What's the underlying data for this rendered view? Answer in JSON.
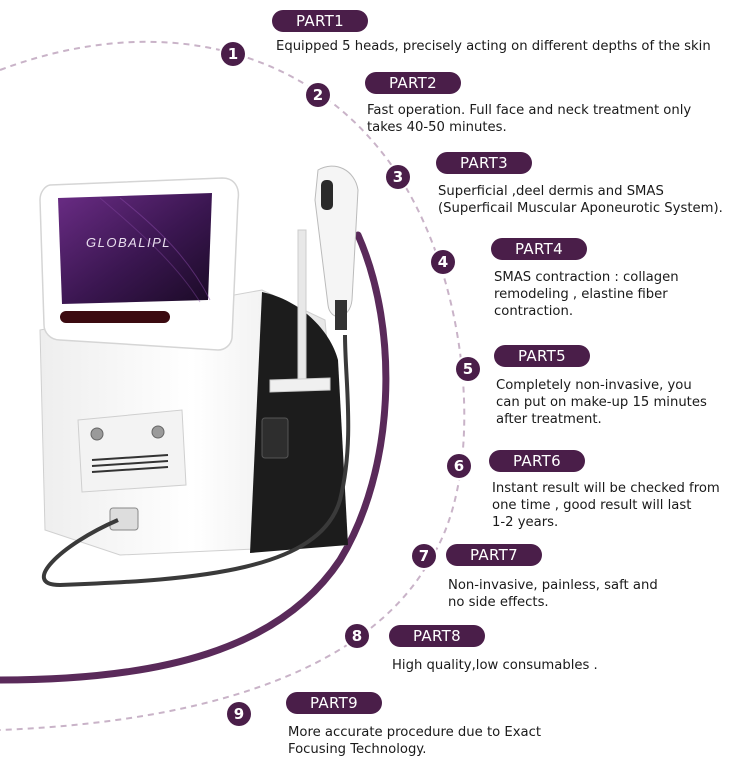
{
  "screen": {
    "brand_text": "GLOBALIPL"
  },
  "colors": {
    "accent": "#4a1e49",
    "arc": "#c9b3c8",
    "arc_solid": "#5a2a5a"
  },
  "parts": [
    {
      "number": "1",
      "label": "PART1",
      "text": "Equipped 5 heads, precisely acting on different depths of the skin"
    },
    {
      "number": "2",
      "label": "PART2",
      "text": "Fast operation. Full face and neck treatment only\ntakes 40-50 minutes."
    },
    {
      "number": "3",
      "label": "PART3",
      "text": "Superficial ,deel dermis and SMAS\n(Superficail Muscular Aponeurotic System)."
    },
    {
      "number": "4",
      "label": "PART4",
      "text": "SMAS contraction : collagen\nremodeling , elastine fiber\ncontraction."
    },
    {
      "number": "5",
      "label": "PART5",
      "text": "Completely non-invasive, you\ncan put on make-up 15 minutes\nafter treatment."
    },
    {
      "number": "6",
      "label": "PART6",
      "text": "Instant result will be checked from\none time , good result will last\n1-2 years."
    },
    {
      "number": "7",
      "label": "PART7",
      "text": "Non-invasive, painless, saft and\nno side effects."
    },
    {
      "number": "8",
      "label": "PART8",
      "text": "High quality,low consumables ."
    },
    {
      "number": "9",
      "label": "PART9",
      "text": "More accurate procedure due to Exact\nFocusing Technology."
    }
  ]
}
